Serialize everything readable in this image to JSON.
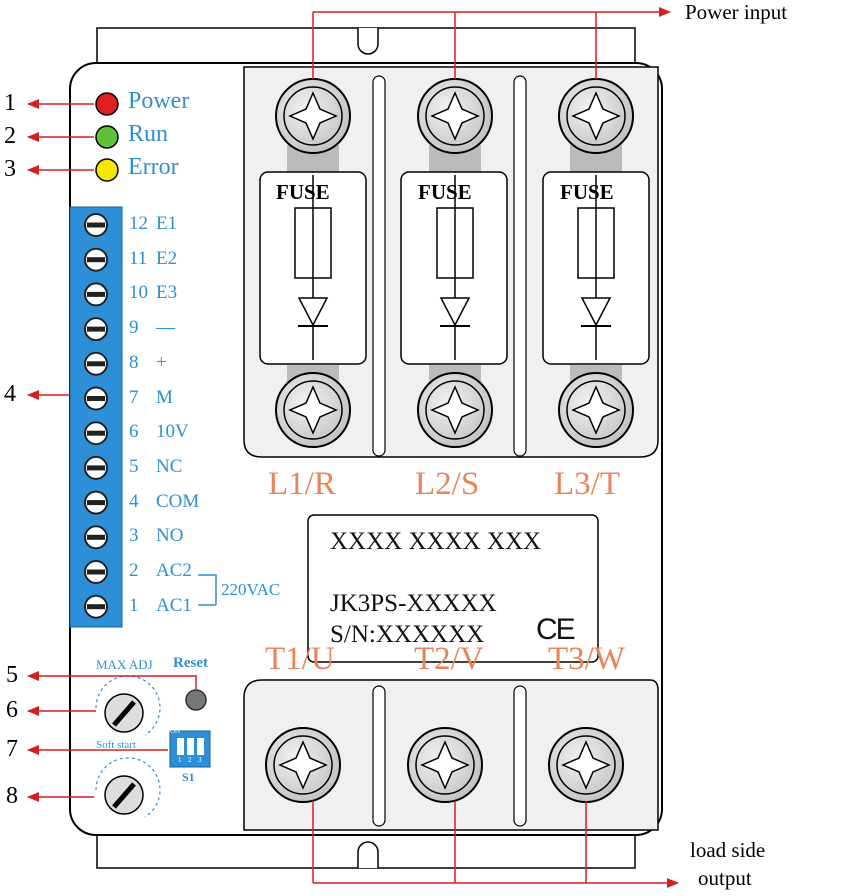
{
  "callouts": [
    "1",
    "2",
    "3",
    "4",
    "5",
    "6",
    "7",
    "8"
  ],
  "leds": [
    {
      "label": "Power",
      "color": "#e02020"
    },
    {
      "label": "Run",
      "color": "#5fc23a"
    },
    {
      "label": "Error",
      "color": "#f5e600"
    }
  ],
  "terminals": [
    {
      "num": "12",
      "name": "E1"
    },
    {
      "num": "11",
      "name": "E2"
    },
    {
      "num": "10",
      "name": "E3"
    },
    {
      "num": "9",
      "name": "—"
    },
    {
      "num": "8",
      "name": "+"
    },
    {
      "num": "7",
      "name": "M"
    },
    {
      "num": "6",
      "name": "10V"
    },
    {
      "num": "5",
      "name": "NC"
    },
    {
      "num": "4",
      "name": "COM"
    },
    {
      "num": "3",
      "name": "NO"
    },
    {
      "num": "2",
      "name": "AC2"
    },
    {
      "num": "1",
      "name": "AC1"
    }
  ],
  "supply_label": "220VAC",
  "fuse_label": "FUSE",
  "input_phases": [
    "L1/R",
    "L2/S",
    "L3/T"
  ],
  "output_phases": [
    "T1/U",
    "T2/V",
    "T3/W"
  ],
  "nameplate": {
    "line1": "XXXX XXXX XXX",
    "line2": "JK3PS-XXXXX",
    "line3": "S/N:XXXXXX",
    "mark": "CE"
  },
  "io": {
    "input": "Power input",
    "output_line1": "load side",
    "output_line2": "output"
  },
  "controls": {
    "max_adj": "MAX ADJ",
    "reset": "Reset",
    "soft_start": "Soft start",
    "dip_on": "ON",
    "dip_numbers": [
      "1",
      "2",
      "3"
    ],
    "dip_name": "S1"
  },
  "colors": {
    "arrow": "#d42020",
    "accent": "#2f8fd0",
    "phase": "#e9845a",
    "terminal_block": "#2d8fd8"
  }
}
